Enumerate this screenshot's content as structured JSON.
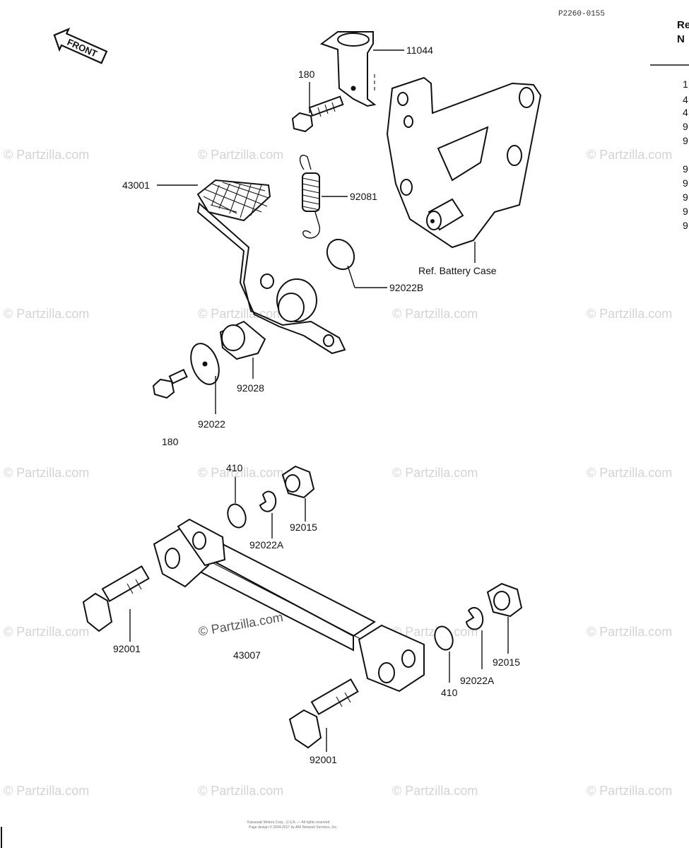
{
  "diagram_code": "P2260-0155",
  "front_label": "FRONT",
  "edge_header": [
    "Re",
    "N"
  ],
  "edge_list": [
    "1",
    "4",
    "4",
    "9",
    "9",
    "9",
    "9",
    "9",
    "9",
    "9"
  ],
  "watermark": "© Partzilla.com",
  "footer": [
    "Kawasaki Motors Corp., U.S.A. — All rights reserved",
    "Page design © 2004-2017 by ARI Network Services, Inc."
  ],
  "labels": {
    "bracket": "11044",
    "bolt_top": "180",
    "spring": "92081",
    "pedal": "43001",
    "battery_case": "Ref. Battery Case",
    "washer_b": "92022B",
    "bushing": "92028",
    "washer_large": "92022",
    "bolt_left": "180",
    "cotter_top": "410",
    "nut_top": "92015",
    "washer_a_top": "92022A",
    "rod": "43007",
    "bolt_rod_left": "92001",
    "cotter_bottom": "410",
    "washer_a_bottom": "92022A",
    "nut_bottom": "92015",
    "bolt_rod_bottom": "92001"
  }
}
